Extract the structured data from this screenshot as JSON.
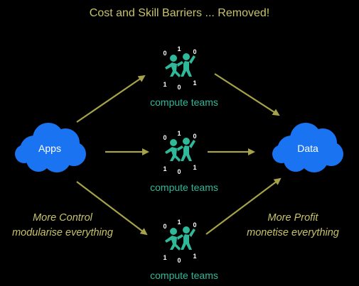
{
  "title": "Cost and Skill Barriers  ...  Removed!",
  "colors": {
    "background": "#000000",
    "title": "#c8c36a",
    "arrow": "#a6a249",
    "teal": "#2fb89a",
    "cloud": "#1a74f2",
    "cloud_text": "#ffffff",
    "note": "#c8c36a"
  },
  "nodes": {
    "apps": {
      "label": "Apps",
      "icon": "cloud-icon"
    },
    "data": {
      "label": "Data",
      "icon": "cloud-icon"
    },
    "teams": [
      {
        "label": "compute teams",
        "icon": "team-binary-icon",
        "bits": [
          "0",
          "1",
          "0",
          "1",
          "0",
          "1"
        ]
      },
      {
        "label": "compute teams",
        "icon": "team-binary-icon",
        "bits": [
          "0",
          "1",
          "0",
          "1",
          "0",
          "1"
        ]
      },
      {
        "label": "compute teams",
        "icon": "team-binary-icon",
        "bits": [
          "0",
          "1",
          "0",
          "1",
          "0",
          "1"
        ]
      }
    ]
  },
  "notes": {
    "left": {
      "line1": "More Control",
      "line2": "modularise everything"
    },
    "right": {
      "line1": "More Profit",
      "line2": "monetise everything"
    }
  }
}
